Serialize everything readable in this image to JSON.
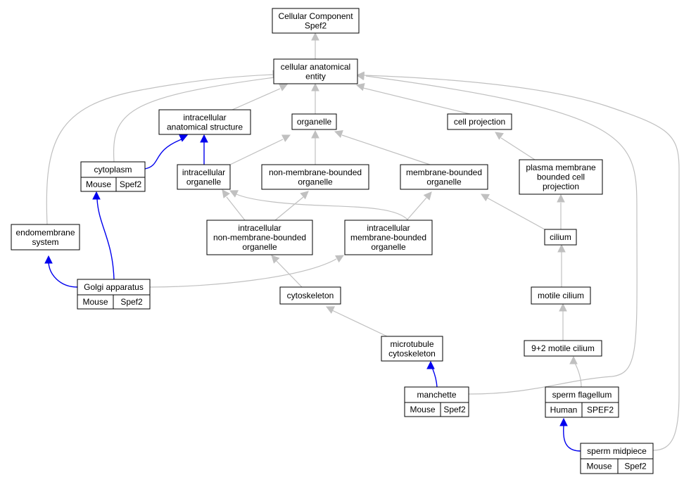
{
  "graph": {
    "colors": {
      "mouse": "#add8e6",
      "human": "#f4624a",
      "edge_is_a": "#c0c0c0",
      "edge_part_of": "#0000ee",
      "node_border": "#000000"
    },
    "nodes": {
      "root": [
        "Cellular Component",
        "Spef2"
      ],
      "cae": [
        "cellular anatomical",
        "entity"
      ],
      "ias": [
        "intracellular",
        "anatomical structure"
      ],
      "organelle": [
        "organelle"
      ],
      "cellproj": [
        "cell projection"
      ],
      "cytoplasm": [
        "cytoplasm"
      ],
      "io": [
        "intracellular",
        "organelle"
      ],
      "nmbo": [
        "non-membrane-bounded",
        "organelle"
      ],
      "mbo": [
        "membrane-bounded",
        "organelle"
      ],
      "pmbcp": [
        "plasma membrane",
        "bounded cell",
        "projection"
      ],
      "endo": [
        "endomembrane",
        "system"
      ],
      "inmbo": [
        "intracellular",
        "non-membrane-bounded",
        "organelle"
      ],
      "imbo": [
        "intracellular",
        "membrane-bounded",
        "organelle"
      ],
      "cilium": [
        "cilium"
      ],
      "golgi": [
        "Golgi apparatus"
      ],
      "cytoskeleton": [
        "cytoskeleton"
      ],
      "motile": [
        "motile cilium"
      ],
      "mtcs": [
        "microtubule",
        "cytoskeleton"
      ],
      "ninetwo": [
        "9+2 motile cilium"
      ],
      "manchette": [
        "manchette"
      ],
      "flagellum": [
        "sperm flagellum"
      ],
      "midpiece": [
        "sperm midpiece"
      ]
    },
    "annotations": {
      "cytoplasm": [
        {
          "species": "Mouse",
          "gene": "Spef2",
          "color": "#add8e6"
        }
      ],
      "golgi": [
        {
          "species": "Mouse",
          "gene": "Spef2",
          "color": "#add8e6"
        }
      ],
      "manchette": [
        {
          "species": "Mouse",
          "gene": "Spef2",
          "color": "#add8e6"
        }
      ],
      "flagellum": [
        {
          "species": "Human",
          "gene": "SPEF2",
          "color": "#f4624a"
        }
      ],
      "midpiece": [
        {
          "species": "Mouse",
          "gene": "Spef2",
          "color": "#add8e6"
        }
      ]
    },
    "edges": [
      {
        "from": "cae",
        "to": "root",
        "relation": "is_a"
      },
      {
        "from": "ias",
        "to": "cae",
        "relation": "is_a"
      },
      {
        "from": "organelle",
        "to": "cae",
        "relation": "is_a"
      },
      {
        "from": "cellproj",
        "to": "cae",
        "relation": "is_a"
      },
      {
        "from": "cytoplasm",
        "to": "cae",
        "relation": "is_a"
      },
      {
        "from": "endo",
        "to": "cae",
        "relation": "is_a"
      },
      {
        "from": "manchette",
        "to": "cae",
        "relation": "is_a"
      },
      {
        "from": "midpiece",
        "to": "cae",
        "relation": "is_a"
      },
      {
        "from": "cytoplasm",
        "to": "ias",
        "relation": "part_of"
      },
      {
        "from": "io",
        "to": "ias",
        "relation": "part_of"
      },
      {
        "from": "io",
        "to": "organelle",
        "relation": "is_a"
      },
      {
        "from": "nmbo",
        "to": "organelle",
        "relation": "is_a"
      },
      {
        "from": "mbo",
        "to": "organelle",
        "relation": "is_a"
      },
      {
        "from": "pmbcp",
        "to": "cellproj",
        "relation": "is_a"
      },
      {
        "from": "golgi",
        "to": "cytoplasm",
        "relation": "part_of"
      },
      {
        "from": "golgi",
        "to": "endo",
        "relation": "part_of"
      },
      {
        "from": "golgi",
        "to": "imbo",
        "relation": "is_a"
      },
      {
        "from": "inmbo",
        "to": "io",
        "relation": "is_a"
      },
      {
        "from": "imbo",
        "to": "io",
        "relation": "is_a"
      },
      {
        "from": "inmbo",
        "to": "nmbo",
        "relation": "is_a"
      },
      {
        "from": "imbo",
        "to": "mbo",
        "relation": "is_a"
      },
      {
        "from": "cilium",
        "to": "mbo",
        "relation": "is_a"
      },
      {
        "from": "cilium",
        "to": "pmbcp",
        "relation": "is_a"
      },
      {
        "from": "cytoskeleton",
        "to": "inmbo",
        "relation": "is_a"
      },
      {
        "from": "motile",
        "to": "cilium",
        "relation": "is_a"
      },
      {
        "from": "mtcs",
        "to": "cytoskeleton",
        "relation": "is_a"
      },
      {
        "from": "ninetwo",
        "to": "motile",
        "relation": "is_a"
      },
      {
        "from": "manchette",
        "to": "mtcs",
        "relation": "part_of"
      },
      {
        "from": "flagellum",
        "to": "ninetwo",
        "relation": "is_a"
      },
      {
        "from": "midpiece",
        "to": "flagellum",
        "relation": "part_of"
      }
    ]
  }
}
